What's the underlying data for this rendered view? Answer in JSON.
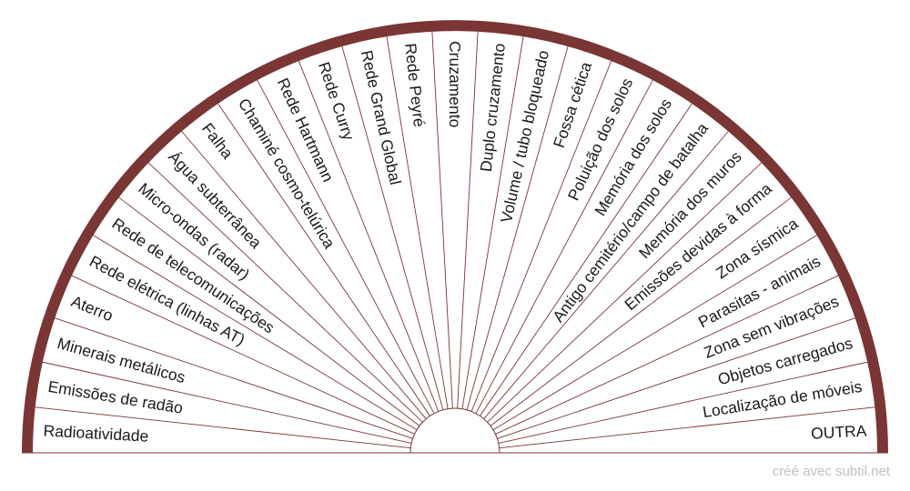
{
  "chart_data": {
    "type": "pie",
    "shape": "semicircle",
    "labels": [
      "Radioatividade",
      "Emissões de radão",
      "Minerais metálicos",
      "Aterro",
      "Rede elétrica (linhas AT)",
      "Rede de telecomunicações",
      "Micro-ondas (radar)",
      "Água subterrânea",
      "Falha",
      "Chaminé cosmo-telúrica",
      "Rede Hartmann",
      "Rede Curry",
      "Rede Grand Global",
      "Rede Peyré",
      "Cruzamento",
      "Duplo cruzamento",
      "Volume / tubo bloqueado",
      "Fossa cética",
      "Poluição dos solos",
      "Memória dos solos",
      "Antigo cemitério/campo de batalha",
      "Memória dos muros",
      "Emissões devidas à forma",
      "Zona sísmica",
      "Parasitas - animais",
      "Zona sem vibrações",
      "Objetos carregados",
      "Localização de móveis",
      "OUTRA"
    ],
    "colors": {
      "rim": "#7a3535",
      "lines": "#7a3535",
      "text": "#1a1a1a",
      "fill": "#ffffff"
    }
  },
  "footer": {
    "credit": "créé avec subtil.net"
  }
}
